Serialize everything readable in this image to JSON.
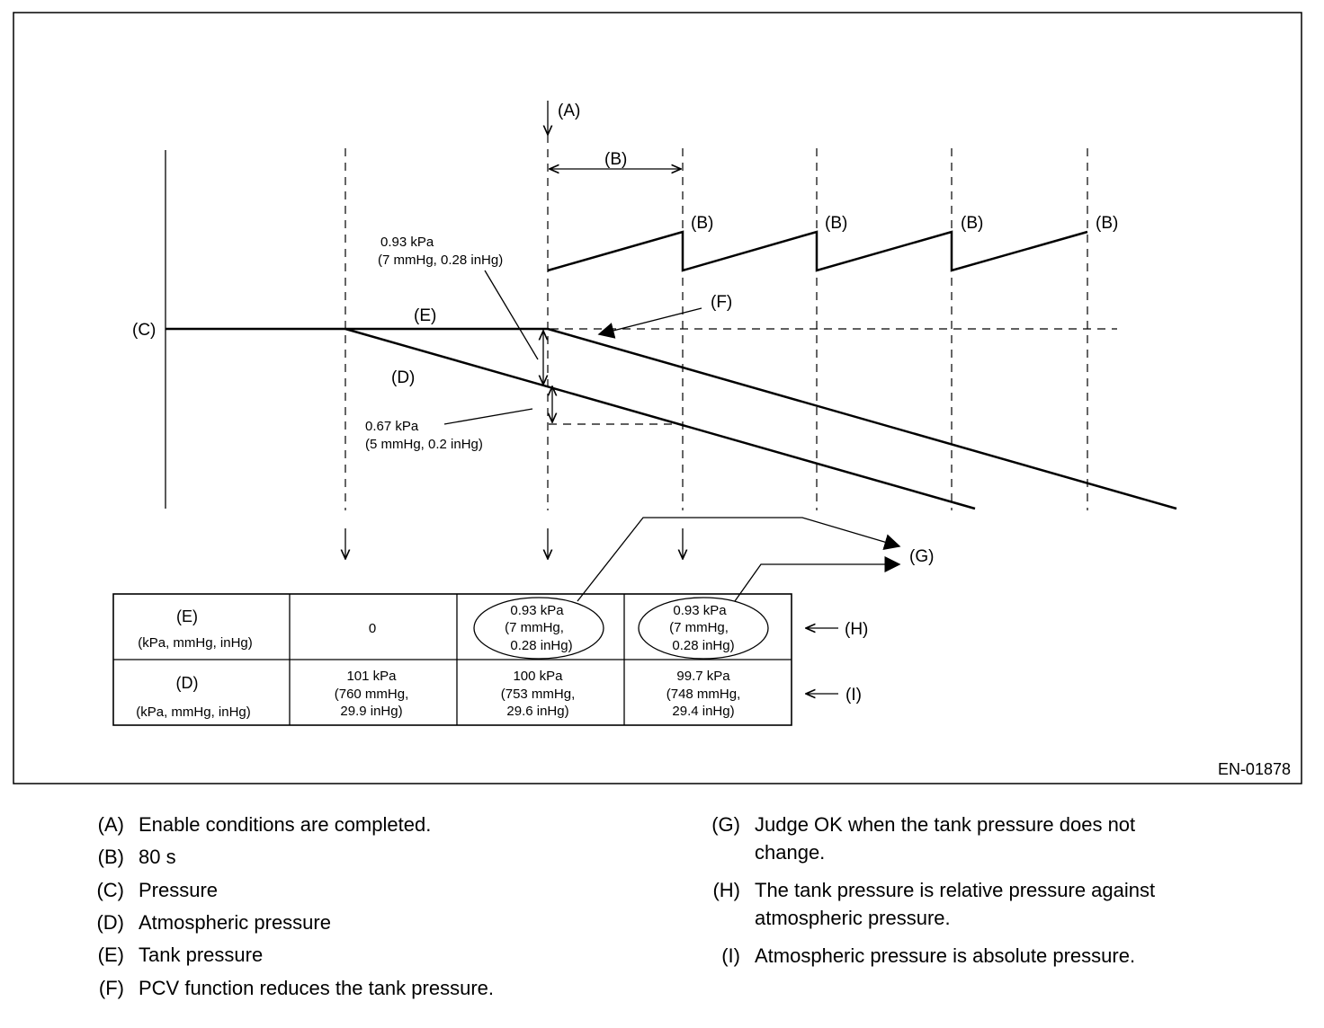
{
  "diagram": {
    "marker_a": "(A)",
    "marker_b": "(B)",
    "marker_c": "(C)",
    "marker_d": "(D)",
    "marker_e": "(E)",
    "marker_f": "(F)",
    "marker_g": "(G)",
    "marker_h": "(H)",
    "marker_i": "(I)",
    "upper_annotation": {
      "line1": "0.93 kPa",
      "line2": "(7 mmHg, 0.28 inHg)"
    },
    "lower_annotation": {
      "line1": "0.67 kPa",
      "line2": "(5 mmHg, 0.2 inHg)"
    },
    "figure_id": "EN-01878"
  },
  "table": {
    "rows": [
      {
        "header": "(E)",
        "units": "(kPa, mmHg, inHg)",
        "cells": [
          [
            "0"
          ],
          [
            "0.93 kPa",
            "(7 mmHg,",
            "0.28 inHg)"
          ],
          [
            "0.93 kPa",
            "(7 mmHg,",
            "0.28 inHg)"
          ]
        ]
      },
      {
        "header": "(D)",
        "units": "(kPa, mmHg, inHg)",
        "cells": [
          [
            "101 kPa",
            "(760 mmHg,",
            "29.9 inHg)"
          ],
          [
            "100 kPa",
            "(753 mmHg,",
            "29.6 inHg)"
          ],
          [
            "99.7 kPa",
            "(748 mmHg,",
            "29.4 inHg)"
          ]
        ]
      }
    ]
  },
  "legend": {
    "left": [
      {
        "key": "(A)",
        "text": "Enable conditions are completed."
      },
      {
        "key": "(B)",
        "text": "80 s"
      },
      {
        "key": "(C)",
        "text": "Pressure"
      },
      {
        "key": "(D)",
        "text": "Atmospheric pressure"
      },
      {
        "key": "(E)",
        "text": "Tank pressure"
      },
      {
        "key": "(F)",
        "text": "PCV function reduces the tank pressure."
      }
    ],
    "right": [
      {
        "key": "(G)",
        "text1": "Judge OK when the tank pressure does not",
        "text2": "change."
      },
      {
        "key": "(H)",
        "text1": "The tank pressure is relative pressure against",
        "text2": "atmospheric pressure."
      },
      {
        "key": "(I)",
        "text1": "Atmospheric pressure is absolute pressure."
      }
    ]
  }
}
